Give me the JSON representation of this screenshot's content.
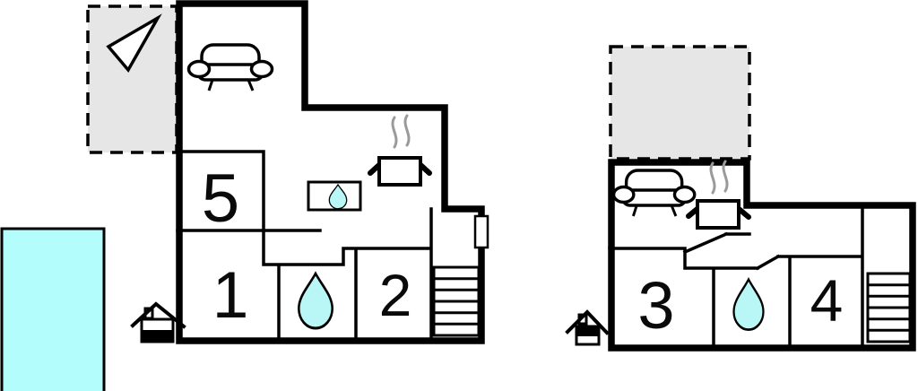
{
  "rooms": {
    "r1": "1",
    "r2": "2",
    "r3": "3",
    "r4": "4",
    "r5": "5"
  },
  "colors": {
    "wall": "#000000",
    "terrace_fill": "#e6e6e6",
    "water_fill": "#b9f7f7",
    "pool_fill": "#b3fdfd",
    "steam": "#9a9a9a"
  },
  "icons": {
    "north_arrow": "triangle-pointer",
    "sofa": "sofa-outline",
    "stove": "steaming-pot",
    "sink": "box-with-drop",
    "bathroom": "water-drop",
    "staircase": "stair-rungs",
    "entrance": "house-marker",
    "pool": "cyan-rectangle",
    "terrace": "dashed-gray-area"
  }
}
